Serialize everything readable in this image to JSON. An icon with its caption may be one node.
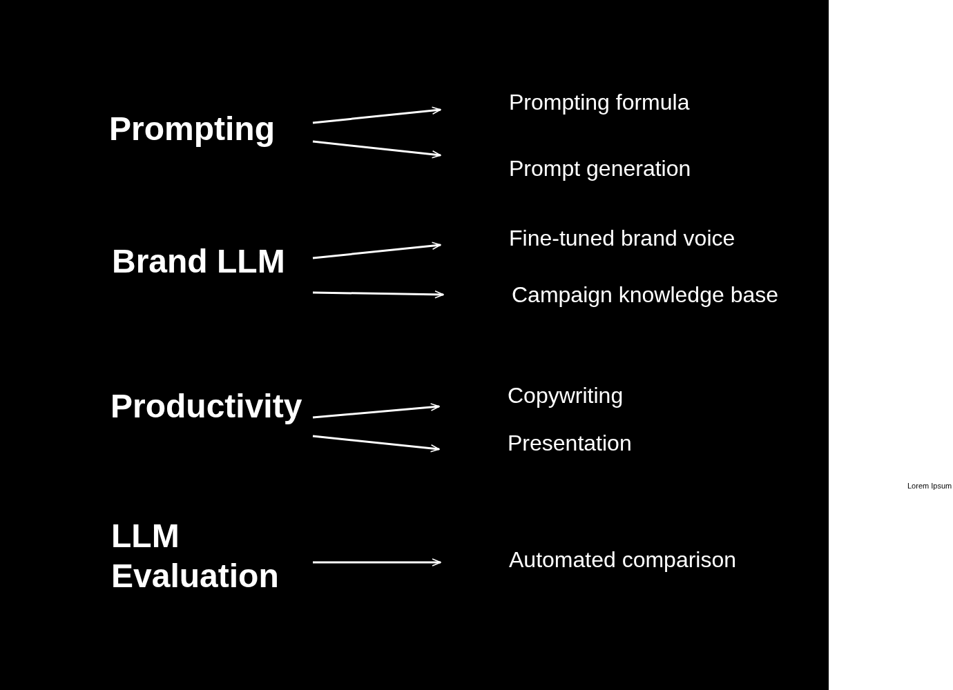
{
  "diagram": {
    "nodes": [
      {
        "text": [
          "Prompting"
        ]
      },
      {
        "text": [
          "Prompting formula"
        ]
      },
      {
        "text": [
          "Prompt generation"
        ]
      },
      {
        "text": [
          "Brand LLM"
        ]
      },
      {
        "text": [
          "Fine-tuned brand voice"
        ]
      },
      {
        "text": [
          "Campaign knowledge base"
        ]
      },
      {
        "text": [
          "Productivity"
        ]
      },
      {
        "text": [
          "Copywriting"
        ]
      },
      {
        "text": [
          "Presentation"
        ]
      },
      {
        "text": [
          "LLM Evaluation"
        ]
      },
      {
        "text": [
          "Automated comparison"
        ]
      }
    ],
    "edges": [
      {
        "from": 0,
        "to": 1,
        "arrow": "to"
      },
      {
        "from": 0,
        "to": 2,
        "arrow": "to"
      },
      {
        "from": 3,
        "to": 4,
        "arrow": "to"
      },
      {
        "from": 3,
        "to": 5,
        "arrow": "to"
      },
      {
        "from": 6,
        "to": 7,
        "arrow": "to"
      },
      {
        "from": 6,
        "to": 8,
        "arrow": "to"
      },
      {
        "from": 9,
        "to": 10,
        "arrow": "to"
      }
    ],
    "labels": [
      "Lorem Ipsum"
    ]
  }
}
